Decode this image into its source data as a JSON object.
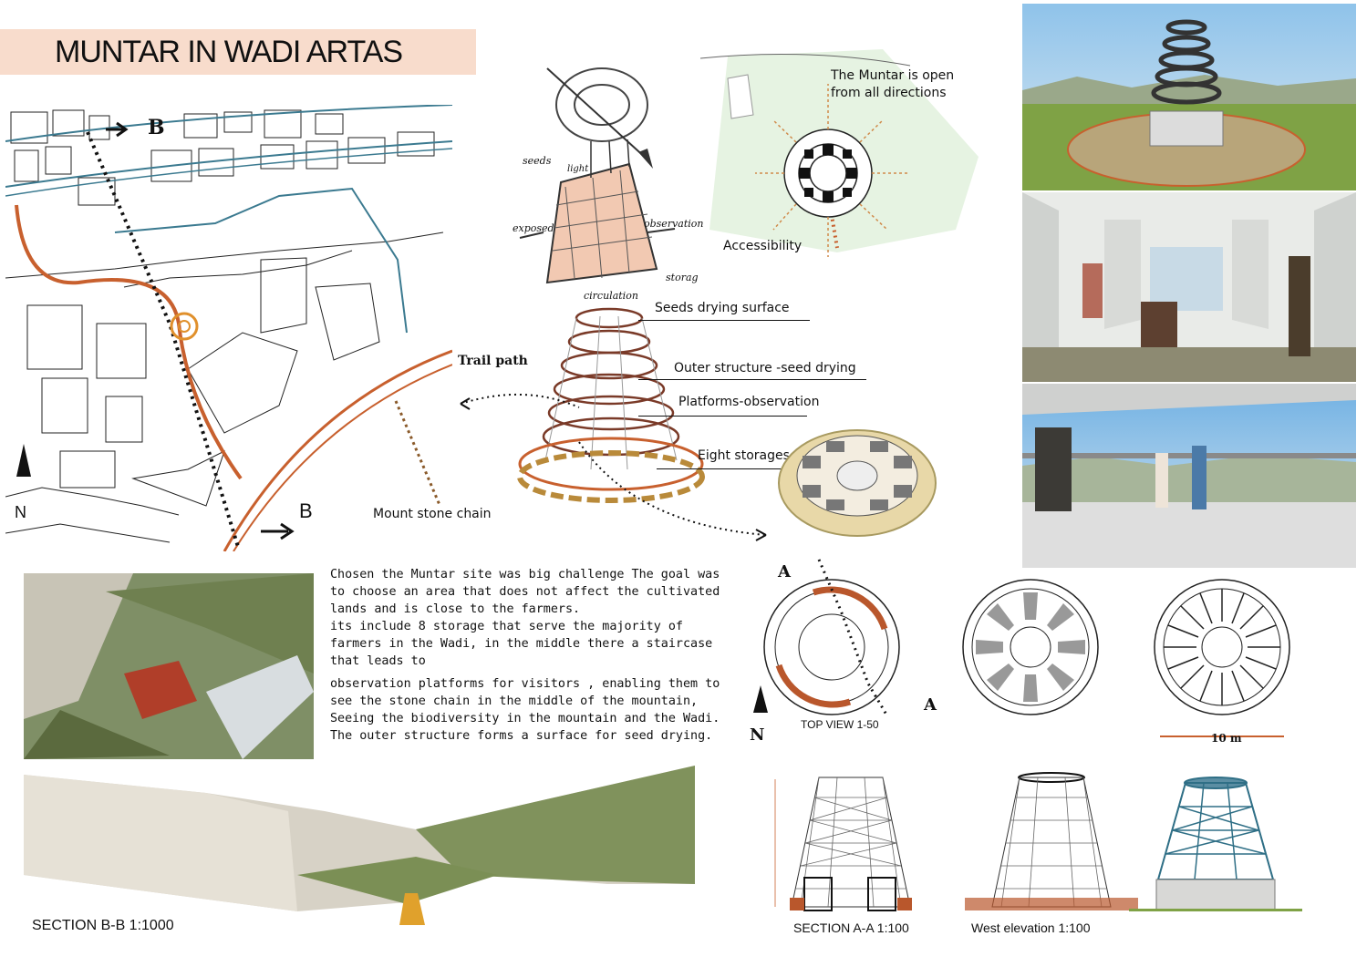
{
  "title": "MUNTAR IN WADI ARTAS",
  "site_map": {
    "section_mark": "B",
    "north": "N",
    "trail_label": "Trail path",
    "stone_label": "Mount stone chain"
  },
  "concept_sketch": {
    "seeds": "seeds",
    "light": "light",
    "exposed": "exposed",
    "observation": "observation",
    "storage": "storage",
    "circulation": "circulation"
  },
  "accessibility": {
    "open_line1": "The Muntar is open",
    "open_line2": "from all directions",
    "label": "Accessibility"
  },
  "axonometric": {
    "labels": [
      "Seeds drying surface",
      "Outer structure -seed drying",
      "Platforms-observation",
      "Eight storages"
    ]
  },
  "description": {
    "p1": "Chosen the Muntar site was big challenge The goal was to choose an area that does not affect the cultivated lands and is close to the farmers.",
    "p2": "its include 8 storage that serve the majority of farmers in the Wadi, in the middle there a staircase that leads to",
    "p3": "observation platforms for visitors , enabling them to see the stone chain in the middle of the mountain, Seeing the biodiversity  in  the  mountain  and  the Wadi.  The  outer structure forms a surface for seed drying."
  },
  "plans": {
    "section_mark": "A",
    "north": "N",
    "top_view": "TOP VIEW    1-50",
    "dimension": "10 m"
  },
  "captions": {
    "section_bb": "SECTION B-B   1:1000",
    "section_aa": "SECTION A-A   1:100",
    "west": "West elevation    1:100"
  },
  "colors": {
    "accent": "#c8602e",
    "title_band": "#f8dccc",
    "structure_blue": "#2f6f86"
  }
}
